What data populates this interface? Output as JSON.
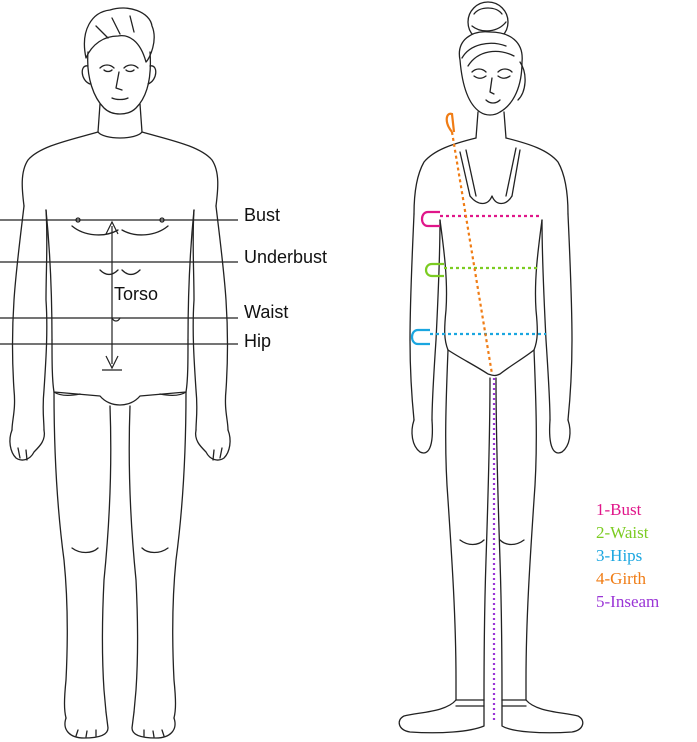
{
  "male_figure": {
    "labels": {
      "bust": "Bust",
      "underbust": "Underbust",
      "waist": "Waist",
      "hip": "Hip",
      "torso": "Torso"
    }
  },
  "female_figure": {
    "legend": [
      {
        "text": "1-Bust",
        "color": "#e0168a"
      },
      {
        "text": "2-Waist",
        "color": "#7ccc22"
      },
      {
        "text": "3-Hips",
        "color": "#1aa6e0"
      },
      {
        "text": "4-Girth",
        "color": "#f07c14"
      },
      {
        "text": "5-Inseam",
        "color": "#9a35d6"
      }
    ]
  }
}
